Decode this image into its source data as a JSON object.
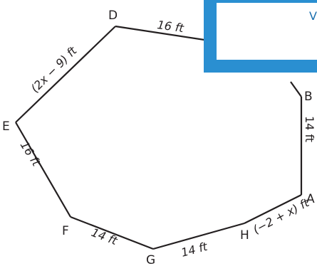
{
  "vertices": {
    "A": "A",
    "B": "B",
    "D": "D",
    "E": "E",
    "F": "F",
    "G": "G",
    "H": "H"
  },
  "edges": {
    "DC": "16 ft",
    "ED": "(2x − 9) ft",
    "EF": "16 ft",
    "FG": "14 ft",
    "GH": "14 ft",
    "HA": "(−2 + x) ft",
    "AB": "14 ft"
  },
  "callout": {
    "text_fragment": "V",
    "border_color": "#2a8fd1"
  },
  "colors": {
    "stroke": "#231f20",
    "accent": "#2a8fd1"
  }
}
